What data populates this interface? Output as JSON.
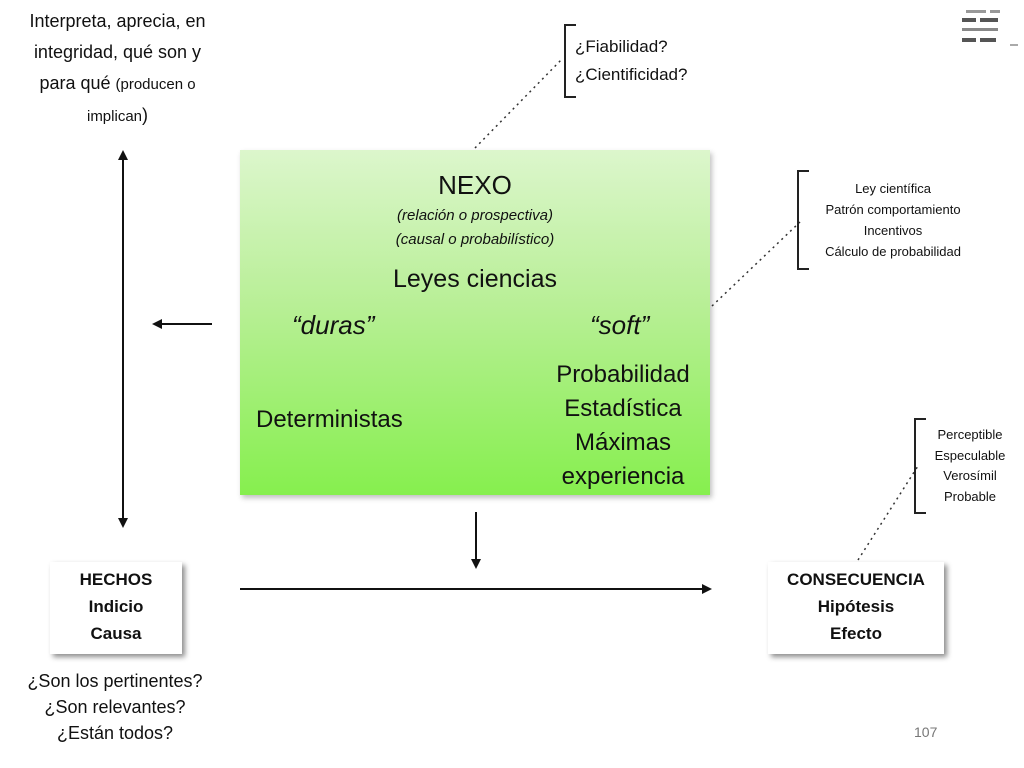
{
  "top_left_note": {
    "line1": "Interpreta, aprecia, en",
    "line2": "integridad, qué son y",
    "line3_main": "para qué ",
    "line3_small": "(producen o",
    "line4_small": "implican",
    "line4_close": ")"
  },
  "fiabilidad": [
    "¿Fiabilidad?",
    "¿Cientificidad?"
  ],
  "ley_list": [
    "Ley científica",
    "Patrón comportamiento",
    "Incentivos",
    "Cálculo de probabilidad"
  ],
  "perc_list": [
    "Perceptible",
    "Especulable",
    "Verosímil",
    "Probable"
  ],
  "nexo": {
    "title": "NEXO",
    "sub1": "(relación o prospectiva)",
    "sub2": "(causal o probabilístico)",
    "leyes": "Leyes ciencias",
    "duras": "“duras”",
    "soft": "“soft”",
    "deterministas": "Deterministas",
    "prob_list": [
      "Probabilidad",
      "Estadística",
      "Máximas",
      "experiencia"
    ]
  },
  "hechos": [
    "HECHOS",
    "Indicio",
    "Causa"
  ],
  "consecuencia": [
    "CONSECUENCIA",
    "Hipótesis",
    "Efecto"
  ],
  "bottom_questions": [
    "¿Son los pertinentes?",
    "¿Son relevantes?",
    "¿Están todos?"
  ],
  "page_number": "107",
  "colors": {
    "box_top": "#dcf6cc",
    "box_bottom": "#86ef4e"
  }
}
